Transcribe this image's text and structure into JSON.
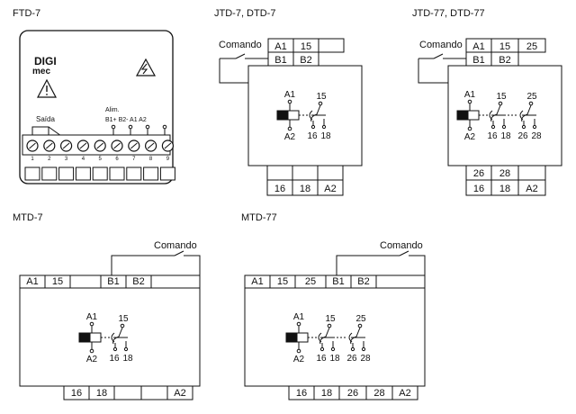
{
  "titles": {
    "ftd7": "FTD-7",
    "jtd7": "JTD-7, DTD-7",
    "jtd77": "JTD-77, DTD-77",
    "mtd7": "MTD-7",
    "mtd77": "MTD-77"
  },
  "ftd7": {
    "logo_line1": "DIGI",
    "logo_line2": "mec",
    "saida": "Saída",
    "alim": "Alim.",
    "supply_labels": "B1+ B2- A1 A2",
    "terminal_numbers": [
      "1",
      "2",
      "3",
      "4",
      "5",
      "6",
      "7",
      "8",
      "9"
    ]
  },
  "jtd7": {
    "comando": "Comando",
    "top_row1": [
      "A1",
      "15",
      ""
    ],
    "top_row2": [
      "B1",
      "B2"
    ],
    "bottom_row": [
      "16",
      "18",
      "A2"
    ],
    "schematic": {
      "a1": "A1",
      "a2": "A2",
      "c15": "15",
      "c16": "16",
      "c18": "18"
    }
  },
  "jtd77": {
    "comando": "Comando",
    "top_row1": [
      "A1",
      "15",
      "25"
    ],
    "top_row2": [
      "B1",
      "B2"
    ],
    "bottom_row1": [
      "26",
      "28"
    ],
    "bottom_row2": [
      "16",
      "18",
      "A2"
    ],
    "schematic": {
      "a1": "A1",
      "a2": "A2",
      "c15": "15",
      "c16": "16",
      "c18": "18",
      "c25": "25",
      "c26": "26",
      "c28": "28"
    }
  },
  "mtd7": {
    "comando": "Comando",
    "top_row": [
      "A1",
      "15",
      "",
      "B1",
      "B2",
      ""
    ],
    "bottom_row": [
      "16",
      "18",
      "",
      "",
      "A2"
    ],
    "schematic": {
      "a1": "A1",
      "a2": "A2",
      "c15": "15",
      "c16": "16",
      "c18": "18"
    }
  },
  "mtd77": {
    "comando": "Comando",
    "top_row": [
      "A1",
      "15",
      "25",
      "B1",
      "B2",
      ""
    ],
    "bottom_row": [
      "16",
      "18",
      "26",
      "28",
      "A2"
    ],
    "schematic": {
      "a1": "A1",
      "a2": "A2",
      "c15": "15",
      "c16": "16",
      "c18": "18",
      "c25": "25",
      "c26": "26",
      "c28": "28"
    }
  }
}
